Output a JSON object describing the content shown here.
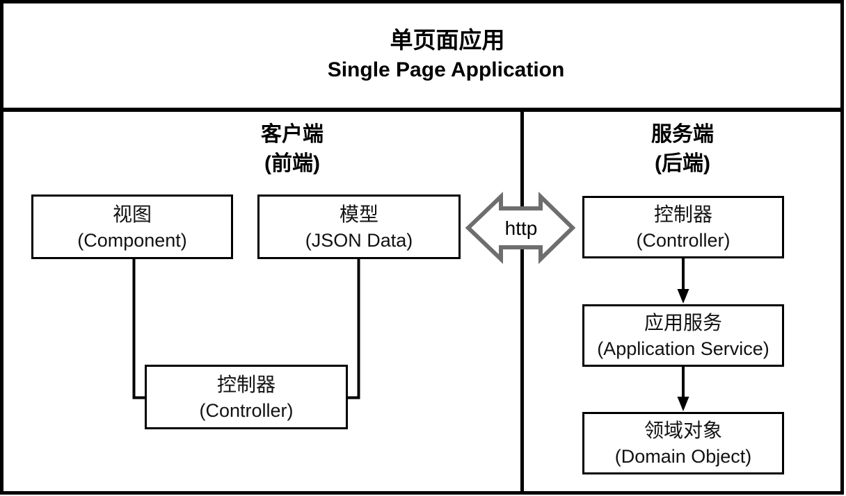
{
  "header": {
    "title_zh": "单页面应用",
    "title_en": "Single Page Application"
  },
  "client_panel": {
    "heading": "客户端",
    "subheading": "(前端)",
    "boxes": {
      "view": {
        "title": "视图",
        "subtitle": "(Component)"
      },
      "model": {
        "title": "模型",
        "subtitle": "(JSON Data)"
      },
      "controller": {
        "title": "控制器",
        "subtitle": "(Controller)"
      }
    }
  },
  "server_panel": {
    "heading": "服务端",
    "subheading": "(后端)",
    "boxes": {
      "controller": {
        "title": "控制器",
        "subtitle": "(Controller)"
      },
      "application_service": {
        "title": "应用服务",
        "subtitle": "(Application Service)"
      },
      "domain_object": {
        "title": "领域对象",
        "subtitle": "(Domain Object)"
      }
    }
  },
  "http_connector": {
    "label": "http"
  },
  "colors": {
    "background": "#ffffff",
    "line": "#000000",
    "box_border": "#000000",
    "http_arrow_outline": "#6e6e6e",
    "http_arrow_fill": "#ffffff"
  }
}
